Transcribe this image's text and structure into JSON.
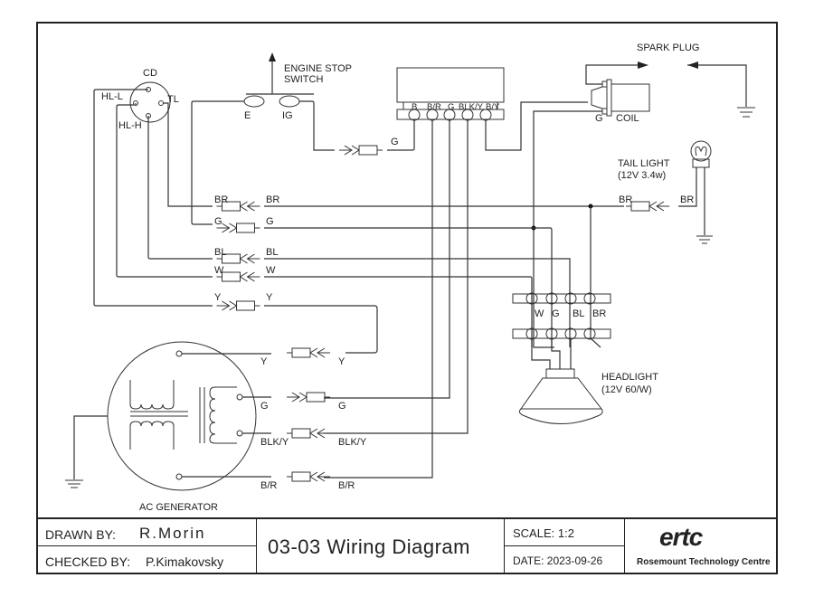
{
  "diagram": {
    "components": {
      "cd": {
        "label": "CD",
        "pins": [
          "HL-L",
          "TL",
          "HL-H"
        ]
      },
      "engine_stop_switch": {
        "label_line1": "ENGINE STOP",
        "label_line2": "SWITCH",
        "pins": [
          "E",
          "IG"
        ]
      },
      "cdi_unit": {
        "terminals": [
          "B",
          "B/R",
          "G",
          "BLK/Y",
          "B/Y"
        ]
      },
      "spark_plug": {
        "label": "SPARK PLUG"
      },
      "coil": {
        "label": "COIL",
        "ground_pin": "G"
      },
      "tail_light": {
        "label_line1": "TAIL LIGHT",
        "label_line2": "(12V 3.4w)"
      },
      "headlight": {
        "label_line1": "HEADLIGHT",
        "label_line2": "(12V 60/W)",
        "terminals": [
          "W",
          "G",
          "BL",
          "BR"
        ]
      },
      "ac_generator": {
        "label": "AC GENERATOR"
      }
    },
    "connectors": [
      {
        "left": "G",
        "right": ""
      },
      {
        "left": "BR",
        "right": "BR"
      },
      {
        "left": "G",
        "right": "G"
      },
      {
        "left": "BL",
        "right": "BL"
      },
      {
        "left": "W",
        "right": "W"
      },
      {
        "left": "Y",
        "right": "Y"
      },
      {
        "left": "BR",
        "right": "BR"
      },
      {
        "left": "Y",
        "right": "Y"
      },
      {
        "left": "G",
        "right": "G"
      },
      {
        "left": "BLK/Y",
        "right": "BLK/Y"
      },
      {
        "left": "B/R",
        "right": "B/R"
      }
    ]
  },
  "title_block": {
    "drawn_by_label": "DRAWN BY:",
    "drawn_by": "R.Morin",
    "checked_by_label": "CHECKED BY:",
    "checked_by": "P.Kimakovsky",
    "title": "03-03 Wiring Diagram",
    "scale": "SCALE: 1:2",
    "date": "DATE: 2023-09-26",
    "logo_text": "ertc",
    "company": "Rosemount Technology Centre"
  }
}
